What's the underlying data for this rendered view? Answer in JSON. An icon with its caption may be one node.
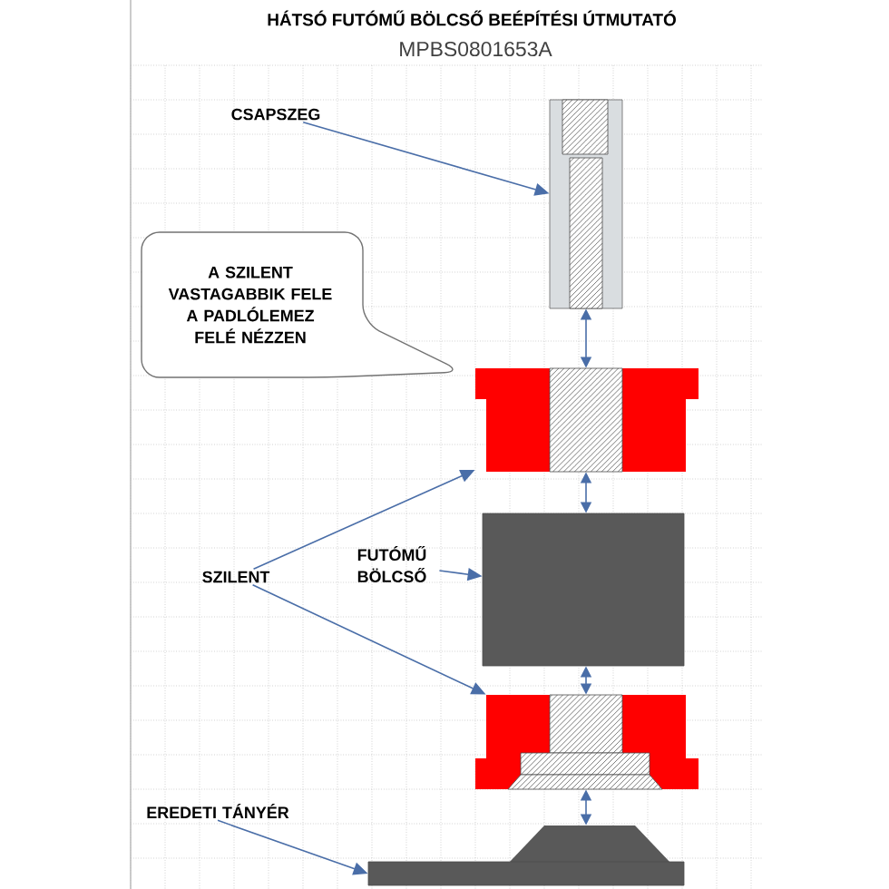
{
  "diagram": {
    "title": "HÁTSÓ FUTÓMŰ BÖLCSŐ BEÉPÍTÉSI ÚTMUTATÓ",
    "nodes": [
      {
        "text": [
          "CSAPSZEG"
        ]
      },
      {
        "text": [],
        "shape": "bolt"
      },
      {
        "text": [
          "A SZILENT VASTAGABBIK FELE A PADLÓLEMEZ FELÉ NÉZZEN"
        ]
      },
      {
        "text": [],
        "shape": "bushing"
      },
      {
        "text": [
          "FUTÓMŰ BÖLCSŐ"
        ]
      },
      {
        "text": [
          "SZILENT"
        ]
      },
      {
        "text": [],
        "shape": "block"
      },
      {
        "text": [],
        "shape": "flanged-bushing"
      },
      {
        "text": [
          "EREDETI TÁNYÉR"
        ]
      },
      {
        "text": [],
        "shape": "plate"
      }
    ],
    "edges": [
      {
        "from": 0,
        "to": 1,
        "arrow": "to"
      },
      {
        "from": 1,
        "to": 3,
        "arrow": "both"
      },
      {
        "from": 3,
        "to": 6,
        "arrow": "both"
      },
      {
        "from": 4,
        "to": 6,
        "arrow": "to"
      },
      {
        "from": 5,
        "to": 3,
        "arrow": "to"
      },
      {
        "from": 5,
        "to": 7,
        "arrow": "to"
      },
      {
        "from": 7,
        "to": 6,
        "arrow": "both"
      },
      {
        "from": 9,
        "to": 7,
        "arrow": "both"
      },
      {
        "from": 8,
        "to": 9,
        "arrow": "to"
      }
    ],
    "labels": [
      "MPBS0801653A"
    ]
  }
}
